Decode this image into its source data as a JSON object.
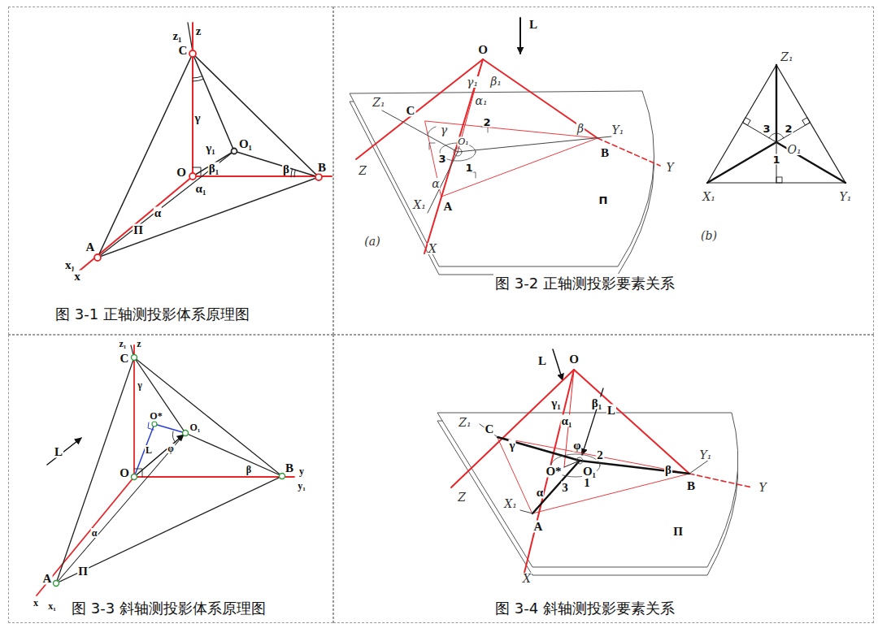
{
  "diagram": {
    "nodes": [
      {
        "text": [
          "图 3-1  正轴测投影体系原理图"
        ]
      },
      {
        "text": [
          "图 3-2  正轴测投影要素关系"
        ]
      },
      {
        "text": [
          "图 3-3  斜轴测投影体系原理图"
        ]
      },
      {
        "text": [
          "图 3-4  斜轴测投影要素关系"
        ]
      }
    ],
    "labels": [
      "z₁",
      "z",
      "C",
      "γ",
      "γ₁",
      "O₁",
      "O",
      "β₁",
      "β",
      "B",
      "α",
      "α₁",
      "A",
      "Π",
      "x₁",
      "x",
      "L",
      "O",
      "γ₁",
      "β₁",
      "α₁",
      "Z₁",
      "C",
      "γ",
      "2",
      "β",
      "Y₁",
      "3",
      "O₁",
      "1",
      "α",
      "X₁",
      "A",
      "B",
      "Π",
      "Z",
      "Y",
      "X",
      "(a)",
      "Z₁",
      "3",
      "2",
      "O₁",
      "1",
      "X₁",
      "Y₁",
      "(b)",
      "z₁",
      "z",
      "C",
      "γ",
      "O*",
      "O₁",
      "φ",
      "L",
      "L",
      "O",
      "β",
      "B",
      "y",
      "y₁",
      "α",
      "A",
      "Π",
      "x",
      "x₁",
      "L",
      "O",
      "γ₁",
      "β₁",
      "α₁",
      "L",
      "Z₁",
      "C",
      "γ",
      "φ",
      "2",
      "β",
      "Y₁",
      "O*",
      "O₁",
      "3",
      "1",
      "B",
      "Z",
      "Y",
      "α",
      "X₁",
      "A",
      "Π",
      "X"
    ]
  }
}
